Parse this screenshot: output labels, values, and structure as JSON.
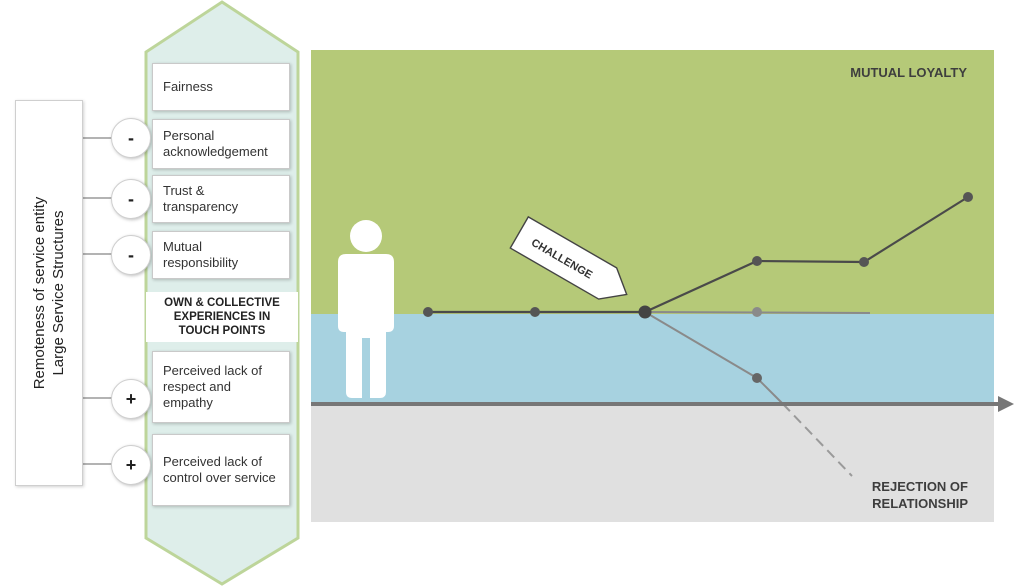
{
  "side_panel": {
    "line1": "Remoteness of service entity",
    "line2": "Large Service Structures"
  },
  "factors_top": [
    {
      "label": "Fairness",
      "sign": ""
    },
    {
      "label": "Personal acknowledgement",
      "sign": "-"
    },
    {
      "label": "Trust & transparency",
      "sign": "-"
    },
    {
      "label": "Mutual responsibility",
      "sign": "-"
    }
  ],
  "center_label": "OWN & COLLECTIVE EXPERIENCES IN TOUCH POINTS",
  "factors_bottom": [
    {
      "label": "Perceived lack of respect and empathy",
      "sign": "+"
    },
    {
      "label": "Perceived lack of control over service",
      "sign": "+"
    }
  ],
  "zones": {
    "top_label": "MUTUAL LOYALTY",
    "bottom_label_line1": "REJECTION OF",
    "bottom_label_line2": "RELATIONSHIP"
  },
  "challenge_label": "CHALLENGE",
  "colors": {
    "green_zone": "#b5c978",
    "blue_zone": "#a7d2e0",
    "grey_zone": "#e0e0e0",
    "hexagon_fill": "#deeeea",
    "hexagon_stroke": "#bdd59a",
    "line_dark": "#4a4a4a",
    "line_grey": "#8a8a8a"
  }
}
